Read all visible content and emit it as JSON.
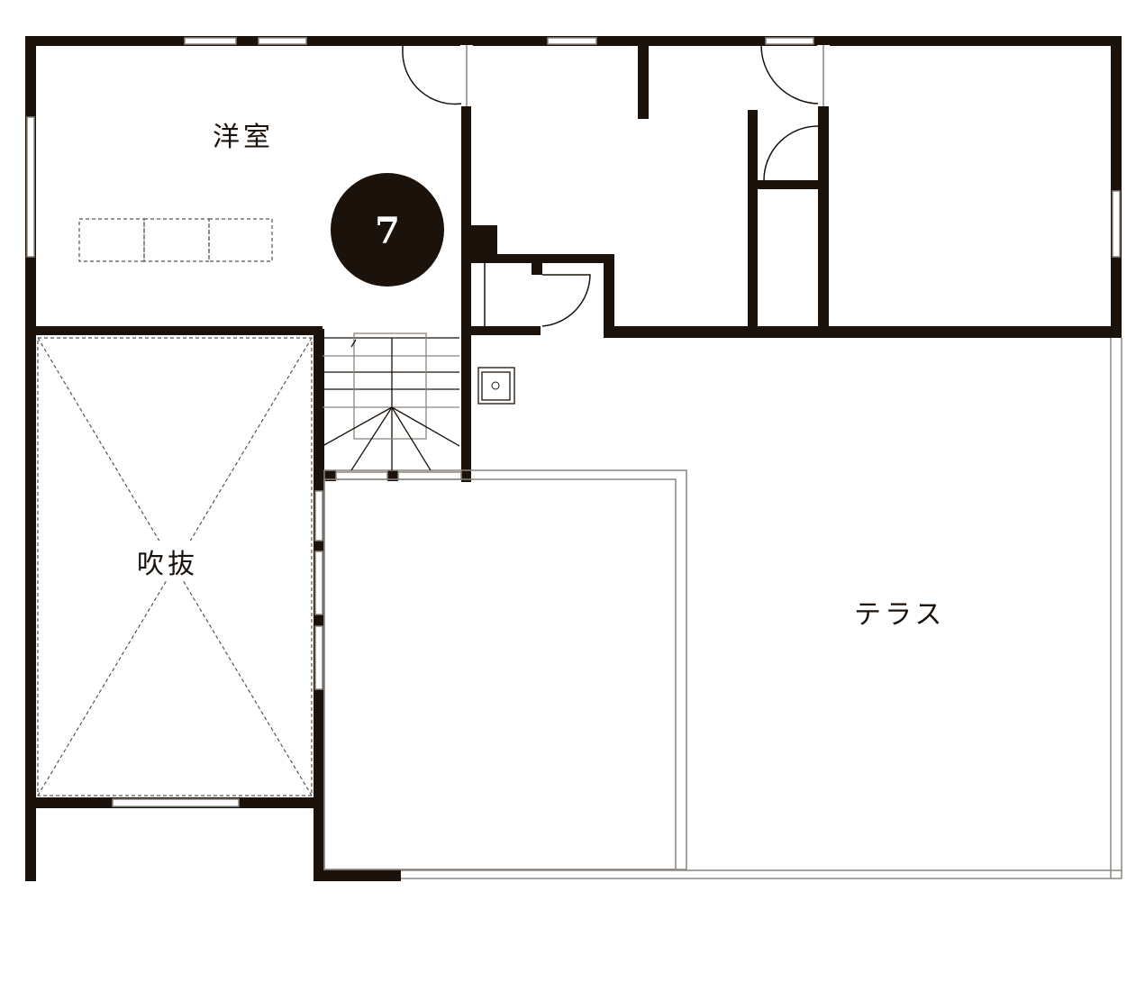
{
  "floor_plan": {
    "rooms": {
      "western_room": "洋室",
      "atrium": "吹抜",
      "terrace": "テラス"
    },
    "marker_number": "7",
    "colors": {
      "wall": "#1a120b",
      "window": "#8a8580",
      "background": "#ffffff"
    }
  }
}
